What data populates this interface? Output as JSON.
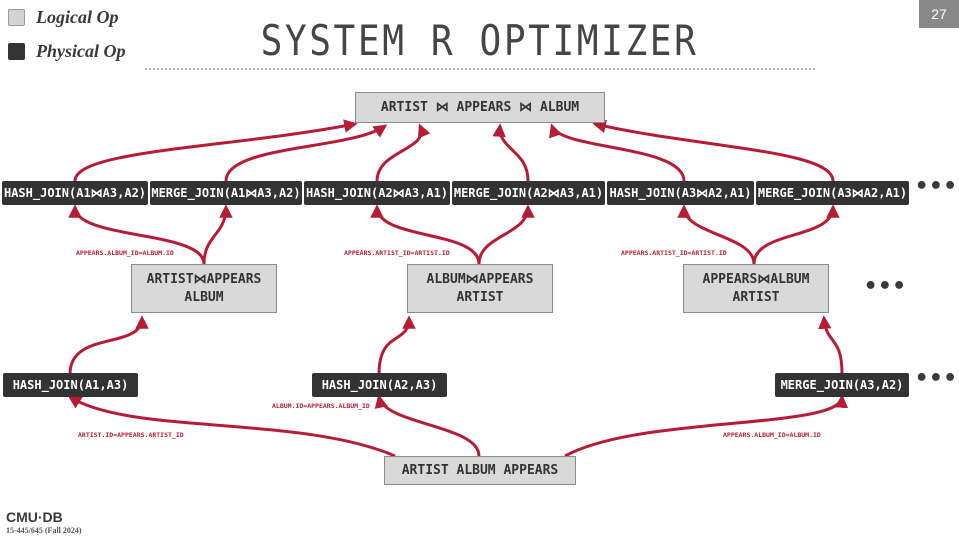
{
  "legend": {
    "logical_label": "Logical Op",
    "physical_label": "Physical Op"
  },
  "title": "SYSTEM R OPTIMIZER",
  "slide_number": "27",
  "root": "ARTIST ⋈ APPEARS ⋈ ALBUM",
  "top_physical": [
    "HASH_JOIN(A1⋈A3,A2)",
    "MERGE_JOIN(A1⋈A3,A2)",
    "HASH_JOIN(A2⋈A3,A1)",
    "MERGE_JOIN(A2⋈A3,A1)",
    "HASH_JOIN(A3⋈A2,A1)",
    "MERGE_JOIN(A3⋈A2,A1)"
  ],
  "middle_logical": [
    {
      "line1": "ARTIST⋈APPEARS",
      "line2": "ALBUM"
    },
    {
      "line1": "ALBUM⋈APPEARS",
      "line2": "ARTIST"
    },
    {
      "line1": "APPEARS⋈ALBUM",
      "line2": "ARTIST"
    }
  ],
  "upper_predicates": [
    "APPEARS.ALBUM_ID=ALBUM.ID",
    "APPEARS.ARTIST_ID=ARTIST.ID",
    "APPEARS.ARTIST_ID=ARTIST.ID"
  ],
  "bottom_physical": [
    "HASH_JOIN(A1,A3)",
    "HASH_JOIN(A2,A3)",
    "MERGE_JOIN(A3,A2)"
  ],
  "lower_predicates": [
    "ARTIST.ID=APPEARS.ARTIST_ID",
    "ALBUM.ID=APPEARS.ALBUM_ID",
    "APPEARS.ALBUM_ID=ALBUM.ID"
  ],
  "base": "ARTIST ALBUM APPEARS",
  "ellipsis": "•••",
  "footer": {
    "logo": "CMU·DB",
    "course": "15-445/645 (Fall 2024)"
  },
  "colors": {
    "edge": "#b81c35",
    "physical": "#333333",
    "logical": "#d9d9d9"
  }
}
